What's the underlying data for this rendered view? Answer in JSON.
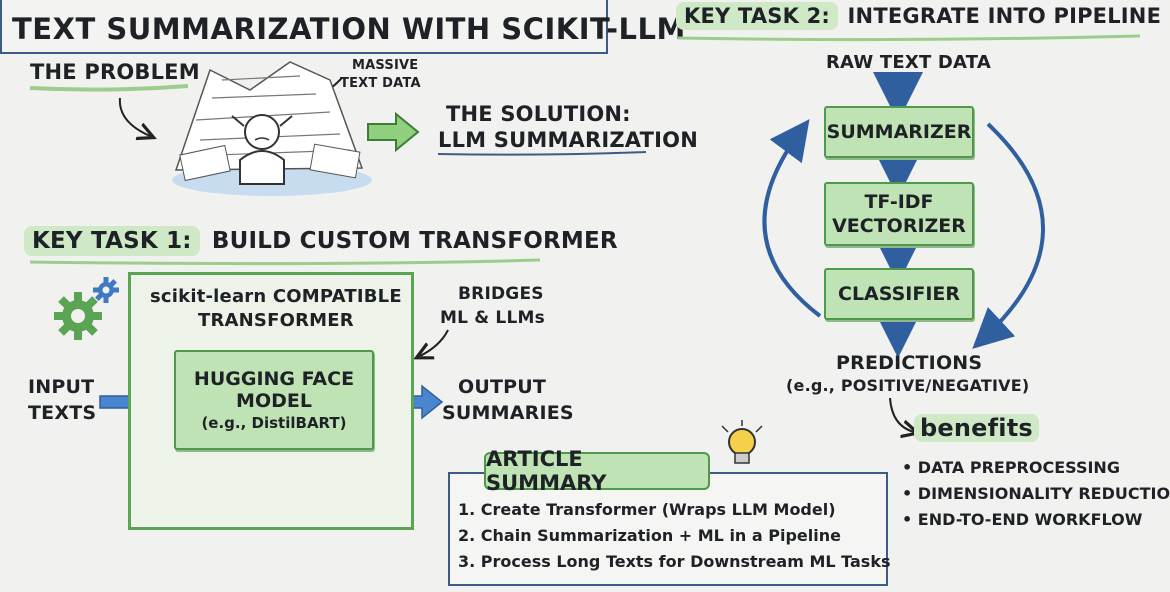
{
  "title": "TEXT SUMMARIZATION WITH SCIKIT-LLM",
  "problem": {
    "label": "THE PROBLEM",
    "note_line1": "MASSIVE",
    "note_line2": "TEXT DATA",
    "solution_line1": "THE SOLUTION:",
    "solution_line2": "LLM SUMMARIZATION"
  },
  "task1": {
    "heading_key": "KEY TASK 1:",
    "heading_rest": "BUILD CUSTOM TRANSFORMER",
    "container_line1": "scikit-learn COMPATIBLE",
    "container_line2": "TRANSFORMER",
    "model_line1": "HUGGING FACE",
    "model_line2": "MODEL",
    "model_line3": "(e.g., DistilBART)",
    "input_line1": "INPUT",
    "input_line2": "TEXTS",
    "output_line1": "OUTPUT",
    "output_line2": "SUMMARIES",
    "bridge_line1": "BRIDGES",
    "bridge_line2": "ML & LLMs"
  },
  "task2": {
    "heading_key": "KEY TASK 2:",
    "heading_rest": "INTEGRATE INTO PIPELINE",
    "raw": "RAW TEXT DATA",
    "summarizer": "SUMMARIZER",
    "vectorizer_line1": "TF-IDF",
    "vectorizer_line2": "VECTORIZER",
    "classifier": "CLASSIFIER",
    "predictions": "PREDICTIONS",
    "predictions_example": "(e.g., POSITIVE/NEGATIVE)"
  },
  "benefits": {
    "title": "benefits",
    "items": [
      "• DATA PREPROCESSING",
      "• DIMENSIONALITY REDUCTION",
      "• END-TO-END WORKFLOW"
    ]
  },
  "summary": {
    "title": "ARTICLE SUMMARY",
    "items": [
      "1. Create Transformer (Wraps LLM Model)",
      "2. Chain Summarization + ML in a Pipeline",
      "3. Process Long Texts for Downstream ML Tasks"
    ]
  },
  "colors": {
    "green": "#4f9a4a",
    "green_fill": "#bfe3b4",
    "blue": "#3f79c2",
    "navy": "#3e5a86"
  }
}
